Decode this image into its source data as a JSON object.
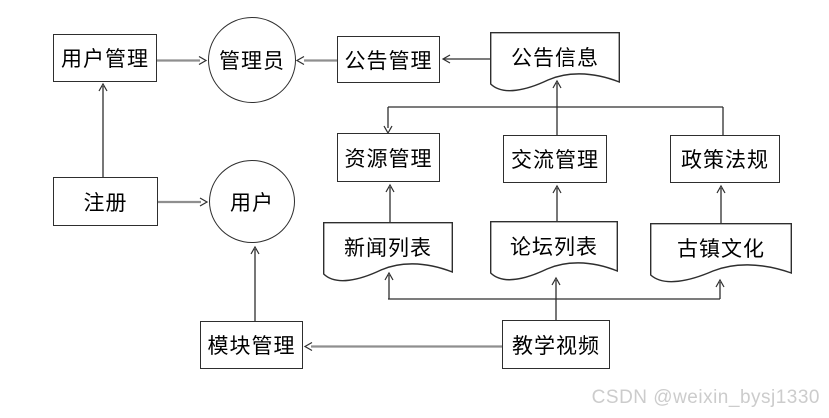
{
  "diagram": {
    "title": "",
    "nodes": {
      "user_management": {
        "label": "用户管理",
        "shape": "rect"
      },
      "admin": {
        "label": "管理员",
        "shape": "ellipse"
      },
      "announcement_management": {
        "label": "公告管理",
        "shape": "rect"
      },
      "announcement_info": {
        "label": "公告信息",
        "shape": "document"
      },
      "resource_management": {
        "label": "资源管理",
        "shape": "rect"
      },
      "communication_management": {
        "label": "交流管理",
        "shape": "rect"
      },
      "policy_regulations": {
        "label": "政策法规",
        "shape": "rect"
      },
      "news_list": {
        "label": "新闻列表",
        "shape": "document"
      },
      "forum_list": {
        "label": "论坛列表",
        "shape": "document"
      },
      "ancient_town_culture": {
        "label": "古镇文化",
        "shape": "document"
      },
      "register": {
        "label": "注册",
        "shape": "rect"
      },
      "user": {
        "label": "用户",
        "shape": "ellipse"
      },
      "module_management": {
        "label": "模块管理",
        "shape": "rect"
      },
      "teaching_video": {
        "label": "教学视频",
        "shape": "rect"
      }
    },
    "edges": [
      {
        "from": "user_management",
        "to": "admin"
      },
      {
        "from": "announcement_management",
        "to": "admin"
      },
      {
        "from": "announcement_info",
        "to": "announcement_management"
      },
      {
        "from": "register",
        "to": "user_management"
      },
      {
        "from": "register",
        "to": "user"
      },
      {
        "from": "module_management",
        "to": "user"
      },
      {
        "from": "teaching_video",
        "to": "module_management"
      },
      {
        "from": "communication_management",
        "to": "announcement_info"
      },
      {
        "from": "announcement_info_branch",
        "to": "resource_management"
      },
      {
        "from": "announcement_info_branch",
        "to": "policy_regulations"
      },
      {
        "from": "news_list",
        "to": "resource_management"
      },
      {
        "from": "forum_list",
        "to": "communication_management"
      },
      {
        "from": "ancient_town_culture",
        "to": "policy_regulations"
      },
      {
        "from": "teaching_video",
        "to": "news_list"
      },
      {
        "from": "teaching_video",
        "to": "forum_list"
      },
      {
        "from": "teaching_video",
        "to": "ancient_town_culture"
      }
    ],
    "colors": {
      "background": "#ffffff",
      "shape_border": "#2e2e2e",
      "connector_black": "#2e2e2e",
      "connector_gray": "#8f8f8f",
      "text": "#000000",
      "watermark": "#cccccc"
    }
  },
  "watermark": {
    "text": "CSDN @weixin_bysj1330"
  }
}
